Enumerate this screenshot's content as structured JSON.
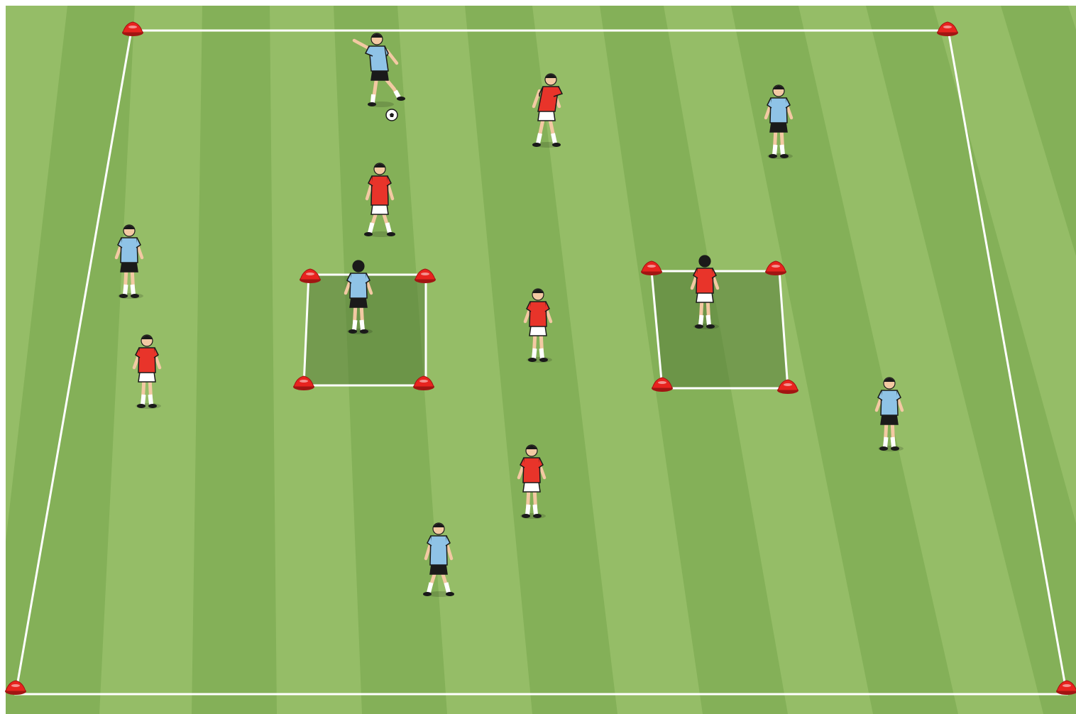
{
  "pitch": {
    "grass_light": "#95bd67",
    "grass_dark": "#84b058",
    "line_color": "#ffffff",
    "zone_fill": "#5a7f3c",
    "cone_color": "#e8231f"
  },
  "teams": {
    "blue": {
      "shirt": "#8fc3e6",
      "shorts": "#1a1a1a",
      "socks": "#ffffff"
    },
    "red": {
      "shirt": "#e8342a",
      "shorts": "#ffffff",
      "socks": "#ffffff"
    }
  },
  "players": [
    {
      "team": "blue",
      "pose": "kick"
    },
    {
      "team": "red",
      "pose": "run"
    },
    {
      "team": "blue",
      "pose": "stand"
    },
    {
      "team": "red",
      "pose": "crouch"
    },
    {
      "team": "blue",
      "pose": "stand"
    },
    {
      "team": "blue",
      "pose": "back"
    },
    {
      "team": "red",
      "pose": "stand"
    },
    {
      "team": "red",
      "pose": "back"
    },
    {
      "team": "red",
      "pose": "stand"
    },
    {
      "team": "blue",
      "pose": "stand"
    },
    {
      "team": "red",
      "pose": "stand"
    },
    {
      "team": "blue",
      "pose": "crouch"
    }
  ],
  "ball": {
    "icon": "soccer-ball-icon"
  },
  "cone": {
    "icon": "cone-icon"
  }
}
